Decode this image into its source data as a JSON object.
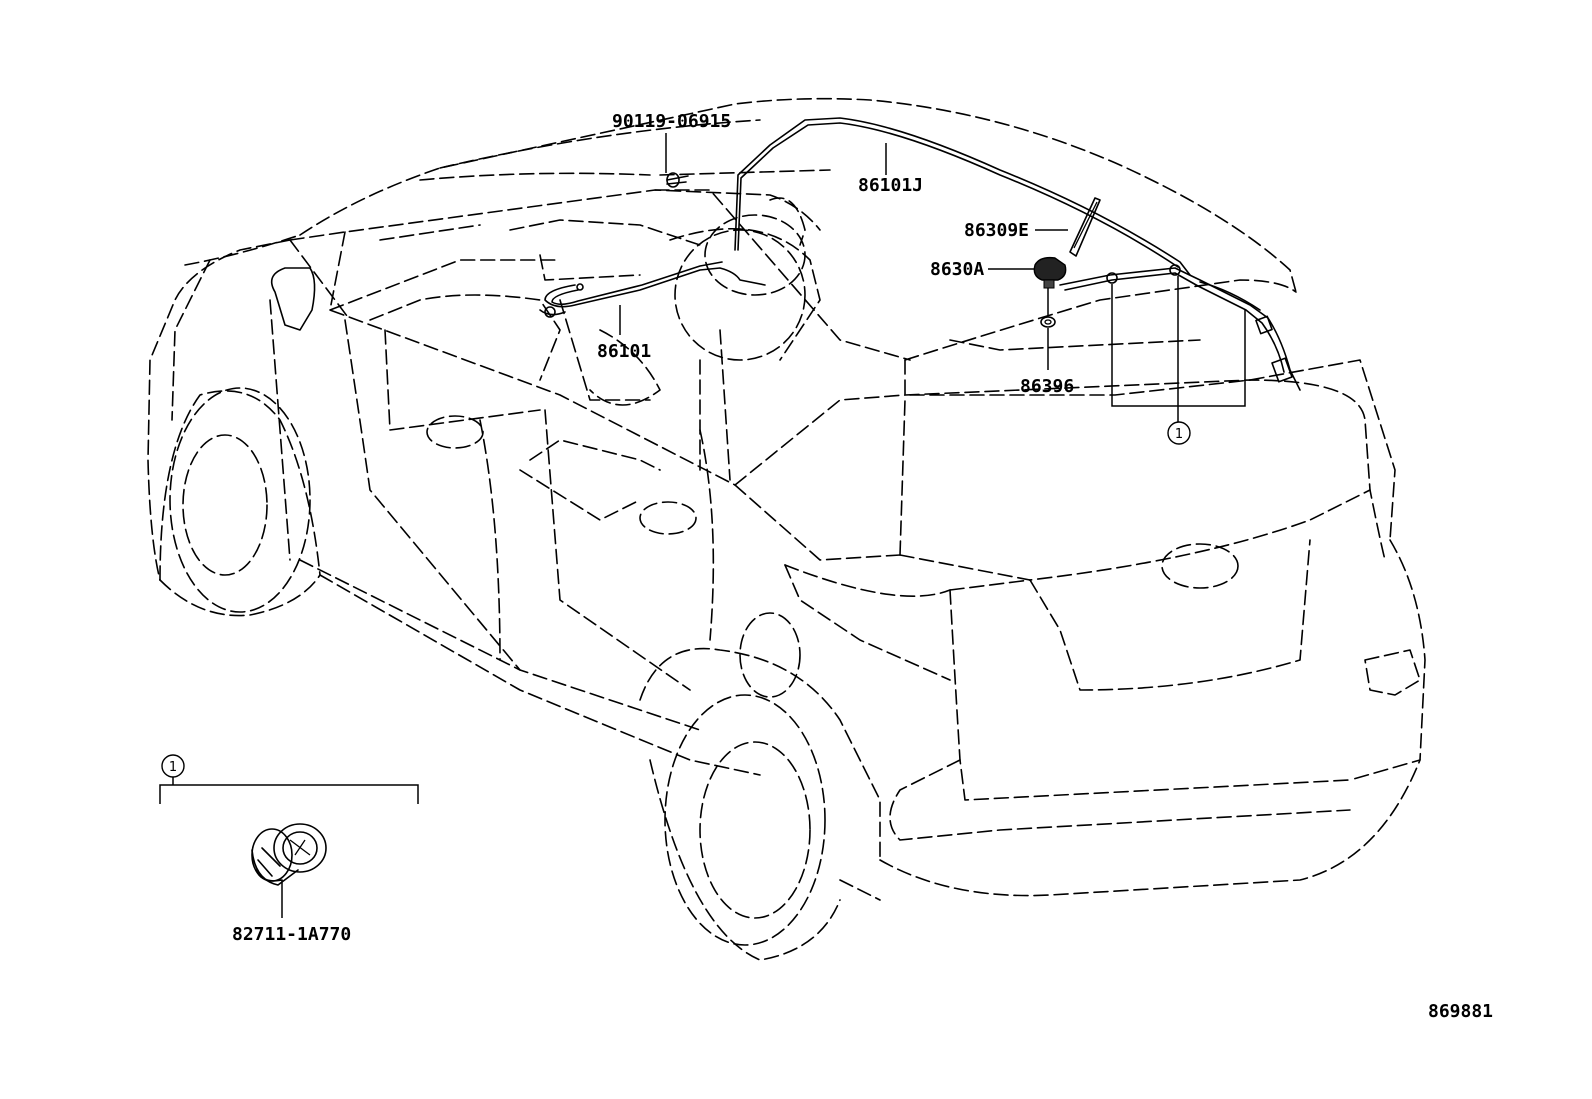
{
  "labels": {
    "bolt": "90119-06915",
    "roof_cord": "86101J",
    "pole": "86309E",
    "antenna_base": "8630A",
    "front_cord": "86101",
    "pad": "86396",
    "clamp": "82711-1A770",
    "ref_mark": "1",
    "diagram_id": "869881"
  }
}
